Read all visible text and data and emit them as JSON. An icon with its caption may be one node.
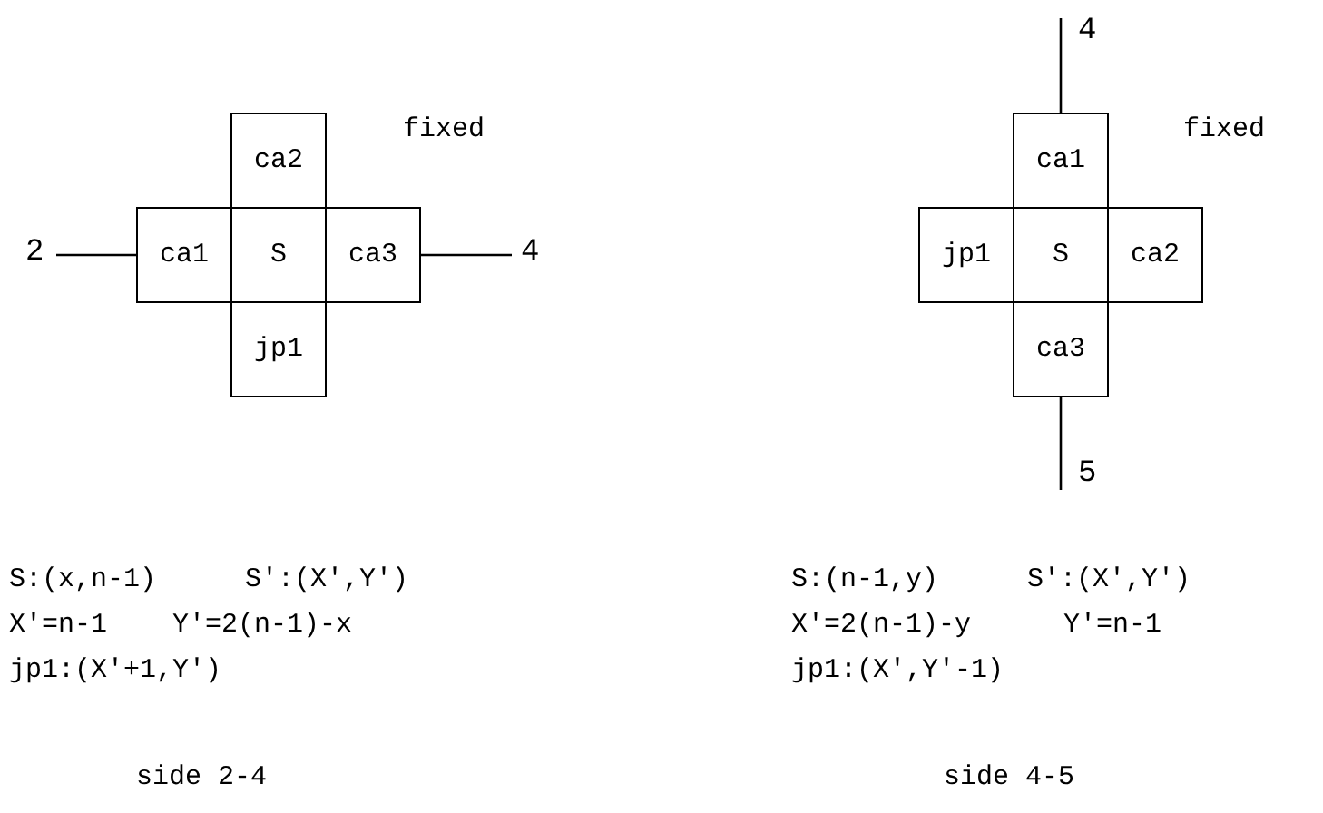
{
  "diagram": {
    "nodes": [
      {
        "text": [
          "2"
        ]
      },
      {
        "text": [
          "ca2"
        ]
      },
      {
        "text": [
          "ca1"
        ]
      },
      {
        "text": [
          "S"
        ]
      },
      {
        "text": [
          "ca3"
        ]
      },
      {
        "text": [
          "jp1"
        ]
      },
      {
        "text": [
          "4"
        ]
      },
      {
        "text": [
          "4"
        ]
      },
      {
        "text": [
          "ca1"
        ]
      },
      {
        "text": [
          "jp1"
        ]
      },
      {
        "text": [
          "S"
        ]
      },
      {
        "text": [
          "ca2"
        ]
      },
      {
        "text": [
          "ca3"
        ]
      },
      {
        "text": [
          "5"
        ]
      }
    ],
    "edges": [
      {
        "from": 0,
        "to": 2,
        "arrow": "none"
      },
      {
        "from": 4,
        "to": 6,
        "arrow": "none"
      },
      {
        "from": 7,
        "to": 8,
        "arrow": "none"
      },
      {
        "from": 12,
        "to": 13,
        "arrow": "none"
      }
    ],
    "labels": [
      "fixed",
      "S:(x,n-1)",
      "S':(X',Y')",
      "X'=n-1",
      "Y'=2(n-1)-x",
      "jp1:(X'+1,Y')",
      "side 2-4",
      "fixed",
      "S:(n-1,y)",
      "S':(X',Y')",
      "X'=2(n-1)-y",
      "Y'=n-1",
      "jp1:(X',Y'-1)",
      "side 4-5"
    ]
  }
}
